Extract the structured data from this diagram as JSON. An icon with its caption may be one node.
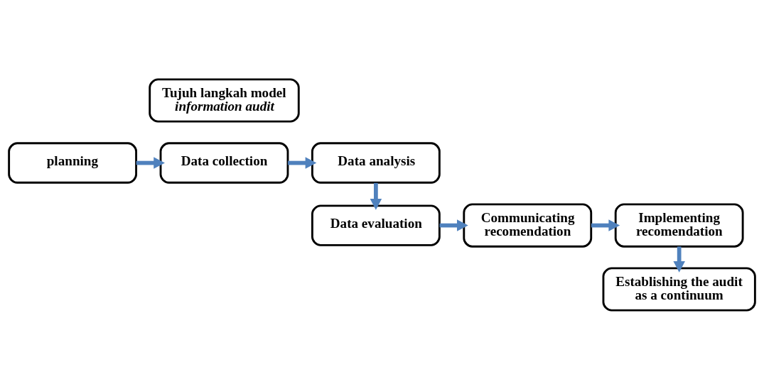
{
  "diagram": {
    "nodes": [
      {
        "text": [
          "Tujuh langkah model *information audit*"
        ]
      },
      {
        "text": [
          "planning"
        ]
      },
      {
        "text": [
          "Data collection"
        ]
      },
      {
        "text": [
          "Data analysis"
        ]
      },
      {
        "text": [
          "Data evaluation"
        ]
      },
      {
        "text": [
          "Communicating recomendation"
        ]
      },
      {
        "text": [
          "Implementing recomendation"
        ]
      },
      {
        "text": [
          "Establishing the audit as a continuum"
        ]
      }
    ],
    "edges": [
      {
        "from": 1,
        "to": 2,
        "arrow": "to"
      },
      {
        "from": 2,
        "to": 3,
        "arrow": "to"
      },
      {
        "from": 3,
        "to": 4,
        "arrow": "to"
      },
      {
        "from": 4,
        "to": 5,
        "arrow": "to"
      },
      {
        "from": 5,
        "to": 6,
        "arrow": "to"
      },
      {
        "from": 6,
        "to": 7,
        "arrow": "to"
      }
    ]
  }
}
